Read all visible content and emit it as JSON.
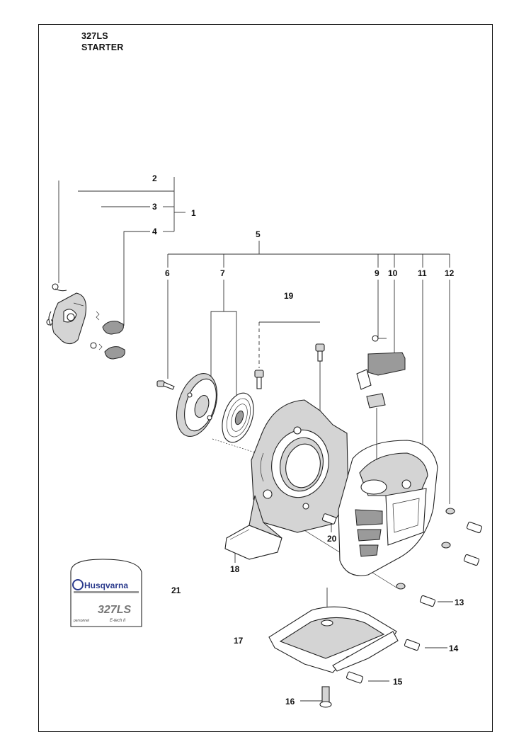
{
  "header": {
    "model": "327LS",
    "section": "STARTER"
  },
  "callouts": [
    "1",
    "2",
    "3",
    "4",
    "5",
    "6",
    "7",
    "9",
    "10",
    "11",
    "12",
    "13",
    "14",
    "15",
    "16",
    "17",
    "18",
    "19",
    "20",
    "21"
  ],
  "decal": {
    "brand": "Husqvarna",
    "model": "327LS",
    "small_left": "personnel",
    "small_right": "E-tech II"
  },
  "colors": {
    "line": "#222222",
    "shade": "#d4d4d4",
    "dark": "#9a9a9a",
    "brand_blue": "#2a3a8c"
  }
}
